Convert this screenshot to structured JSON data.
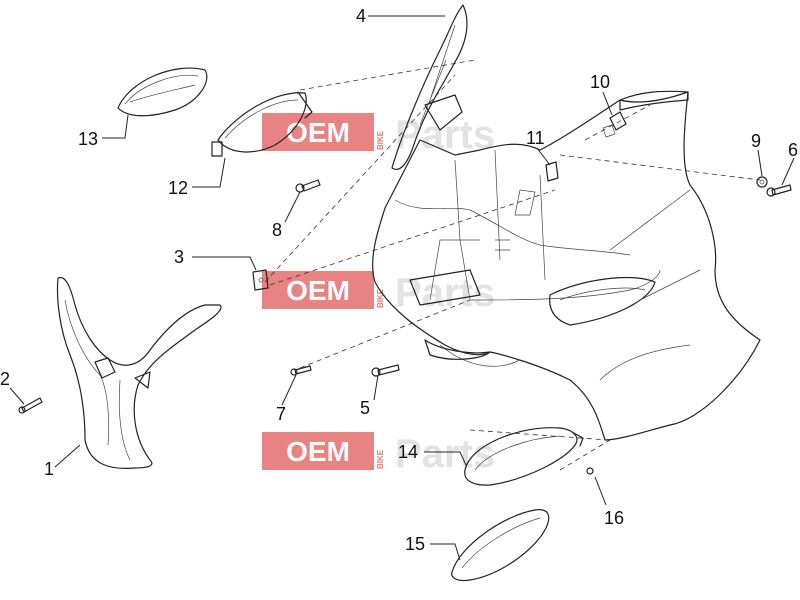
{
  "diagram": {
    "callouts": [
      "1",
      "2",
      "3",
      "4",
      "5",
      "6",
      "7",
      "8",
      "9",
      "10",
      "11",
      "12",
      "13",
      "14",
      "15",
      "16"
    ]
  },
  "watermark": {
    "brand_box": "OEM",
    "brand_side": "BIKE",
    "brand_tail": "Parts"
  },
  "colors": {
    "watermark": "#e05a5a",
    "line": "#222222"
  }
}
